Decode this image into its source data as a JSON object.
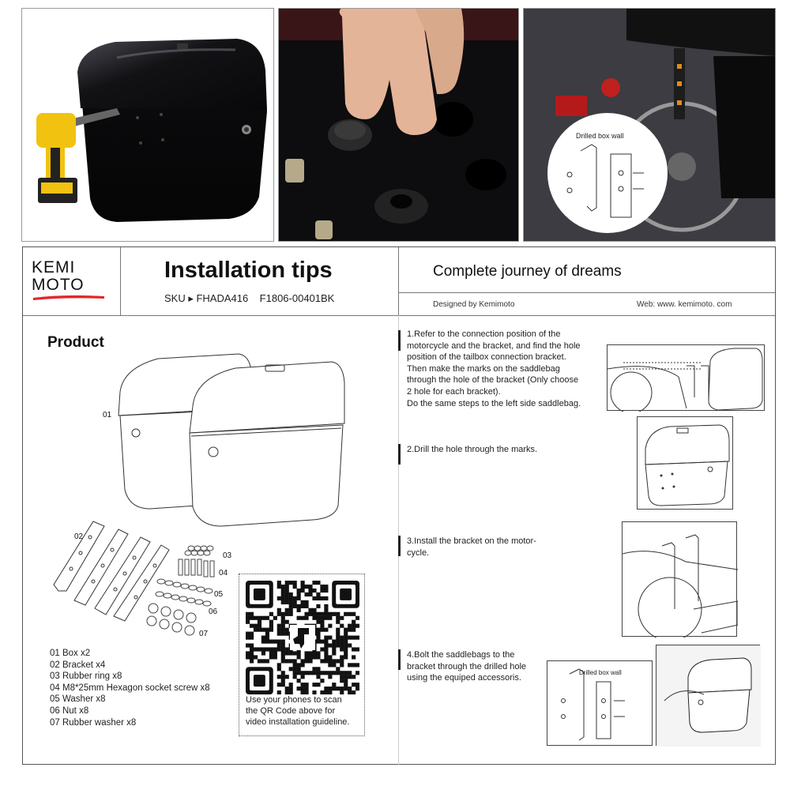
{
  "header": {
    "brand_line1": "KEMI",
    "brand_line2": "MOTO",
    "title": "Installation tips",
    "sku": "SKU ▸ FHADA416    F1806-00401BK",
    "slogan": "Complete journey of dreams",
    "designed_by": "Designed by Kemimoto",
    "web": "Web: www. kemimoto. com"
  },
  "photos": {
    "photo3_label": "Drilled box wall"
  },
  "product": {
    "heading": "Product",
    "label_01": "01",
    "label_02": "02",
    "label_03": "03",
    "label_04": "04",
    "label_05": "05",
    "label_06": "06",
    "label_07": "07",
    "parts": [
      "01 Box x2",
      "02 Bracket x4",
      "03 Rubber ring x8",
      "04 M8*25mm Hexagon socket screw x8",
      "05 Washer x8",
      "06 Nut x8",
      "07 Rubber washer x8"
    ]
  },
  "qr": {
    "caption": "Use your phones to scan\nthe QR Code above for\nvideo installation guideline."
  },
  "steps": [
    {
      "text": "1.Refer to the connection position of the\nmotorcycle and the bracket, and find the hole\nposition of the tailbox connection bracket.\nThen make the marks on the saddlebag\nthrough the  hole of the bracket (Only choose\n2 hole for each bracket).\nDo the same steps to the left side saddlebag."
    },
    {
      "text": "2.Drill the hole through the marks."
    },
    {
      "text": "3.Install the bracket on the motor-\ncycle."
    },
    {
      "text": "4.Bolt the saddlebags to the\nbracket through the drilled hole\nusing the equiped accessoris."
    }
  ],
  "step4_label": "Drilled box wall",
  "colors": {
    "brand_red": "#e3262d",
    "bag_black": "#0c0c0e",
    "drill_yellow": "#f1c20f"
  }
}
